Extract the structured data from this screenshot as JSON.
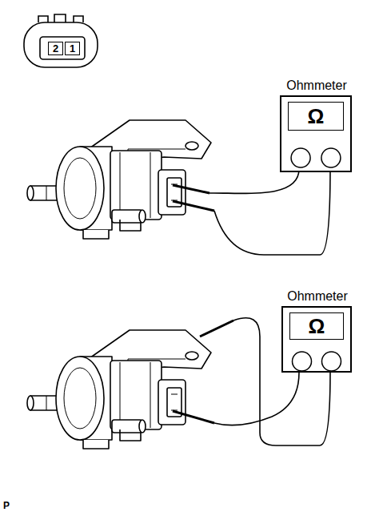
{
  "diagram": {
    "nodes": [
      {
        "text": [
          "2"
        ]
      },
      {
        "text": [
          "1"
        ]
      },
      {
        "text": [
          "Ohmmeter",
          "Ω"
        ]
      },
      {
        "text": [
          "Ohmmeter",
          "Ω"
        ]
      }
    ],
    "labels": [
      "P"
    ]
  }
}
